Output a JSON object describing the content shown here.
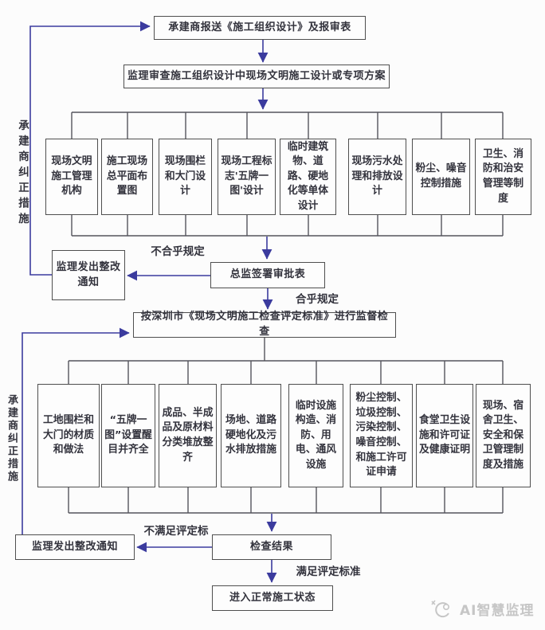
{
  "top": {
    "submit_box": "承建商报送《施工组织设计》及报审表",
    "review_box": "监理审查施工组织设计中现场文明施工设计或专项方案"
  },
  "row1": [
    "现场文明施工管理机构",
    "施工现场总平面布置图",
    "现场围栏和大门设计",
    "现场工程标志'五牌一图'设计",
    "临时建筑物、道路、硬地化等单体设计",
    "现场污水处理和排放设计",
    "粉尘、噪音控制措施",
    "卫生、消防和治安管理等制度"
  ],
  "middle": {
    "rectify_notice": "监理发出整改通知",
    "not_conform_label": "不合乎规定",
    "approval_box": "总监签署审批表",
    "conform_label": "合乎规定",
    "inspection_box": "按深圳市《现场文明施工检查评定标准》进行监督检查"
  },
  "row2": [
    "工地围栏和大门的材质和做法",
    "“五牌一图”设置醒目并齐全",
    "成品、半成品及原材料分类堆放整齐",
    "场地、道路硬地化及污水排放措施",
    "临时设施构造、消防、用电、通风设施",
    "粉尘控制、垃圾控制、污染控制、噪音控制、和施工许可证申请",
    "食堂卫生设施和许可证及健康证明",
    "现场、宿舍卫生、安全和保卫管理制度及措施"
  ],
  "bottom": {
    "rectify_notice": "监理发出整改通知",
    "not_meet_label": "不满足评定标",
    "result_box": "检查结果",
    "meet_label": "满足评定标准",
    "normal_box": "进入正常施工状态"
  },
  "side_labels": {
    "top": "承建商纠正措施",
    "bottom": "承建商纠正措施"
  },
  "watermark": {
    "text": "AI智慧监理"
  },
  "colors": {
    "arrow": "#3b3b9e",
    "line": "#55555d",
    "border": "#4f4f4f",
    "text": "#33333d",
    "watermark": "#c6c6c6"
  }
}
